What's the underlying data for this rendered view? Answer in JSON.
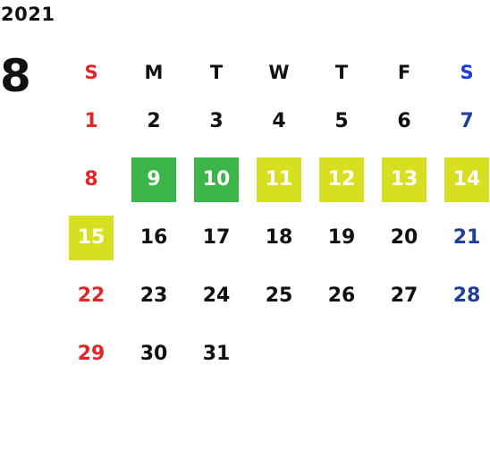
{
  "year": "2021",
  "month": "8",
  "colors": {
    "sunday": "#e0282a",
    "saturday": "#1f3f99",
    "saturday_header": "#1f3fd0",
    "highlight_green": "#3cb54a",
    "highlight_yellow": "#d6e021",
    "highlight_text": "#ffffff"
  },
  "weekdays": [
    "S",
    "M",
    "T",
    "W",
    "T",
    "F",
    "S"
  ],
  "weeks": [
    [
      {
        "day": "1",
        "hl": ""
      },
      {
        "day": "2",
        "hl": ""
      },
      {
        "day": "3",
        "hl": ""
      },
      {
        "day": "4",
        "hl": ""
      },
      {
        "day": "5",
        "hl": ""
      },
      {
        "day": "6",
        "hl": ""
      },
      {
        "day": "7",
        "hl": ""
      }
    ],
    [
      {
        "day": "8",
        "hl": ""
      },
      {
        "day": "9",
        "hl": "green"
      },
      {
        "day": "10",
        "hl": "green"
      },
      {
        "day": "11",
        "hl": "yellow"
      },
      {
        "day": "12",
        "hl": "yellow"
      },
      {
        "day": "13",
        "hl": "yellow"
      },
      {
        "day": "14",
        "hl": "yellow"
      }
    ],
    [
      {
        "day": "15",
        "hl": "yellow"
      },
      {
        "day": "16",
        "hl": ""
      },
      {
        "day": "17",
        "hl": ""
      },
      {
        "day": "18",
        "hl": ""
      },
      {
        "day": "19",
        "hl": ""
      },
      {
        "day": "20",
        "hl": ""
      },
      {
        "day": "21",
        "hl": ""
      }
    ],
    [
      {
        "day": "22",
        "hl": ""
      },
      {
        "day": "23",
        "hl": ""
      },
      {
        "day": "24",
        "hl": ""
      },
      {
        "day": "25",
        "hl": ""
      },
      {
        "day": "26",
        "hl": ""
      },
      {
        "day": "27",
        "hl": ""
      },
      {
        "day": "28",
        "hl": ""
      }
    ],
    [
      {
        "day": "29",
        "hl": ""
      },
      {
        "day": "30",
        "hl": ""
      },
      {
        "day": "31",
        "hl": ""
      },
      {
        "day": "",
        "hl": ""
      },
      {
        "day": "",
        "hl": ""
      },
      {
        "day": "",
        "hl": ""
      },
      {
        "day": "",
        "hl": ""
      }
    ]
  ]
}
